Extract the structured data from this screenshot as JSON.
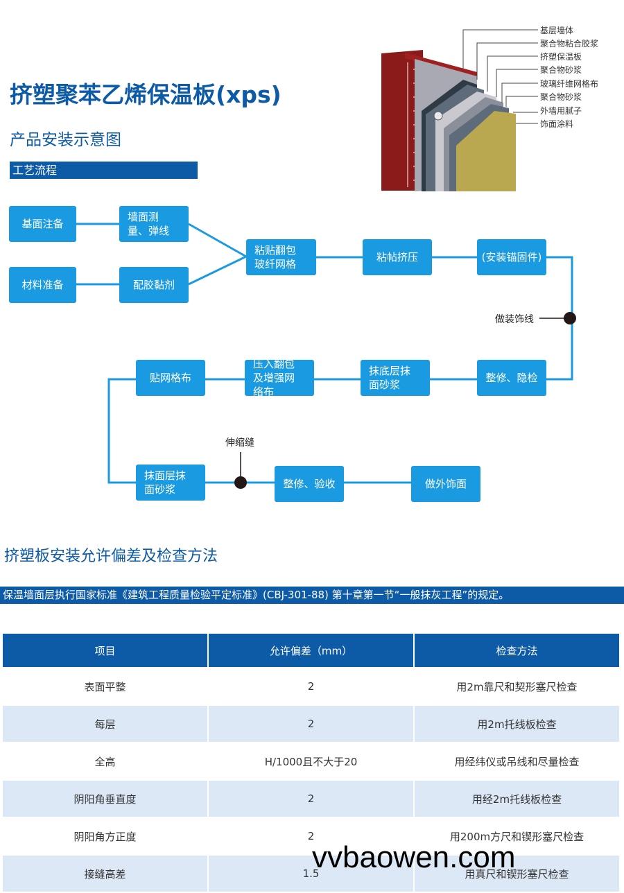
{
  "header": {
    "title": "挤塑聚苯乙烯保温板(xps)",
    "subtitle": "产品安装示意图",
    "process_bar": "工艺流程"
  },
  "diagram": {
    "layers": [
      "基层墙体",
      "聚合物粘合胶浆",
      "挤塑保温板",
      "聚合物砂浆",
      "玻璃纤维网格布",
      "聚合物砂浆",
      "外墙用腻子",
      "饰面涂料"
    ],
    "colors": {
      "brick": "#8b1a1a",
      "wall": "#a9a9b3",
      "board": "#5d6b7a",
      "mesh": "#8a8f99",
      "finish": "#b9a850"
    }
  },
  "flow": {
    "nodes": {
      "n1": "基面注备",
      "n2": "墙面测量、弹线",
      "n3": "材料准备",
      "n4": "配胶黏剂",
      "n5": "粘贴翻包玻纤网格",
      "n6": "粘帖挤压",
      "n7": "(安装锚固件)",
      "n8": "整修、隐检",
      "n9": "抹底层抹面砂浆",
      "n10": "压入翻包及增强网络布",
      "n11": "贴网格布",
      "n12": "抹面层抹面砂浆",
      "n13": "整修、验收",
      "n14": "做外饰面"
    },
    "markers": {
      "decor_line": "做装饰线",
      "expansion_joint": "伸缩缝"
    },
    "colors": {
      "node": "#1a9ae0",
      "line": "#1a9ae0",
      "marker": "#231816"
    }
  },
  "section2": {
    "title": "挤塑板安装允许偏差及检查方法",
    "note": "保温墙面层执行国家标准《建筑工程质量检验平定标准》(CBJ-301-88) 第十章第一节“一般抹灰工程”的规定。"
  },
  "table": {
    "headers": [
      "项目",
      "允许偏差（mm）",
      "检查方法"
    ],
    "rows": [
      [
        "表面平整",
        "2",
        "用2m靠尺和契形塞尺检查"
      ],
      [
        "每层",
        "2",
        "用2m托线板检查"
      ],
      [
        "全高",
        "H/1000且不大于20",
        "用经纬仪或吊线和尽量检查"
      ],
      [
        "阴阳角垂直度",
        "2",
        "用经2m托线板检查"
      ],
      [
        "阴阳角方正度",
        "2",
        "用200m方尺和锲形塞尺检查"
      ],
      [
        "接缝高差",
        "1.5",
        "用真尺和锲形塞尺检查"
      ]
    ]
  },
  "watermark": "vvbaowen.com"
}
